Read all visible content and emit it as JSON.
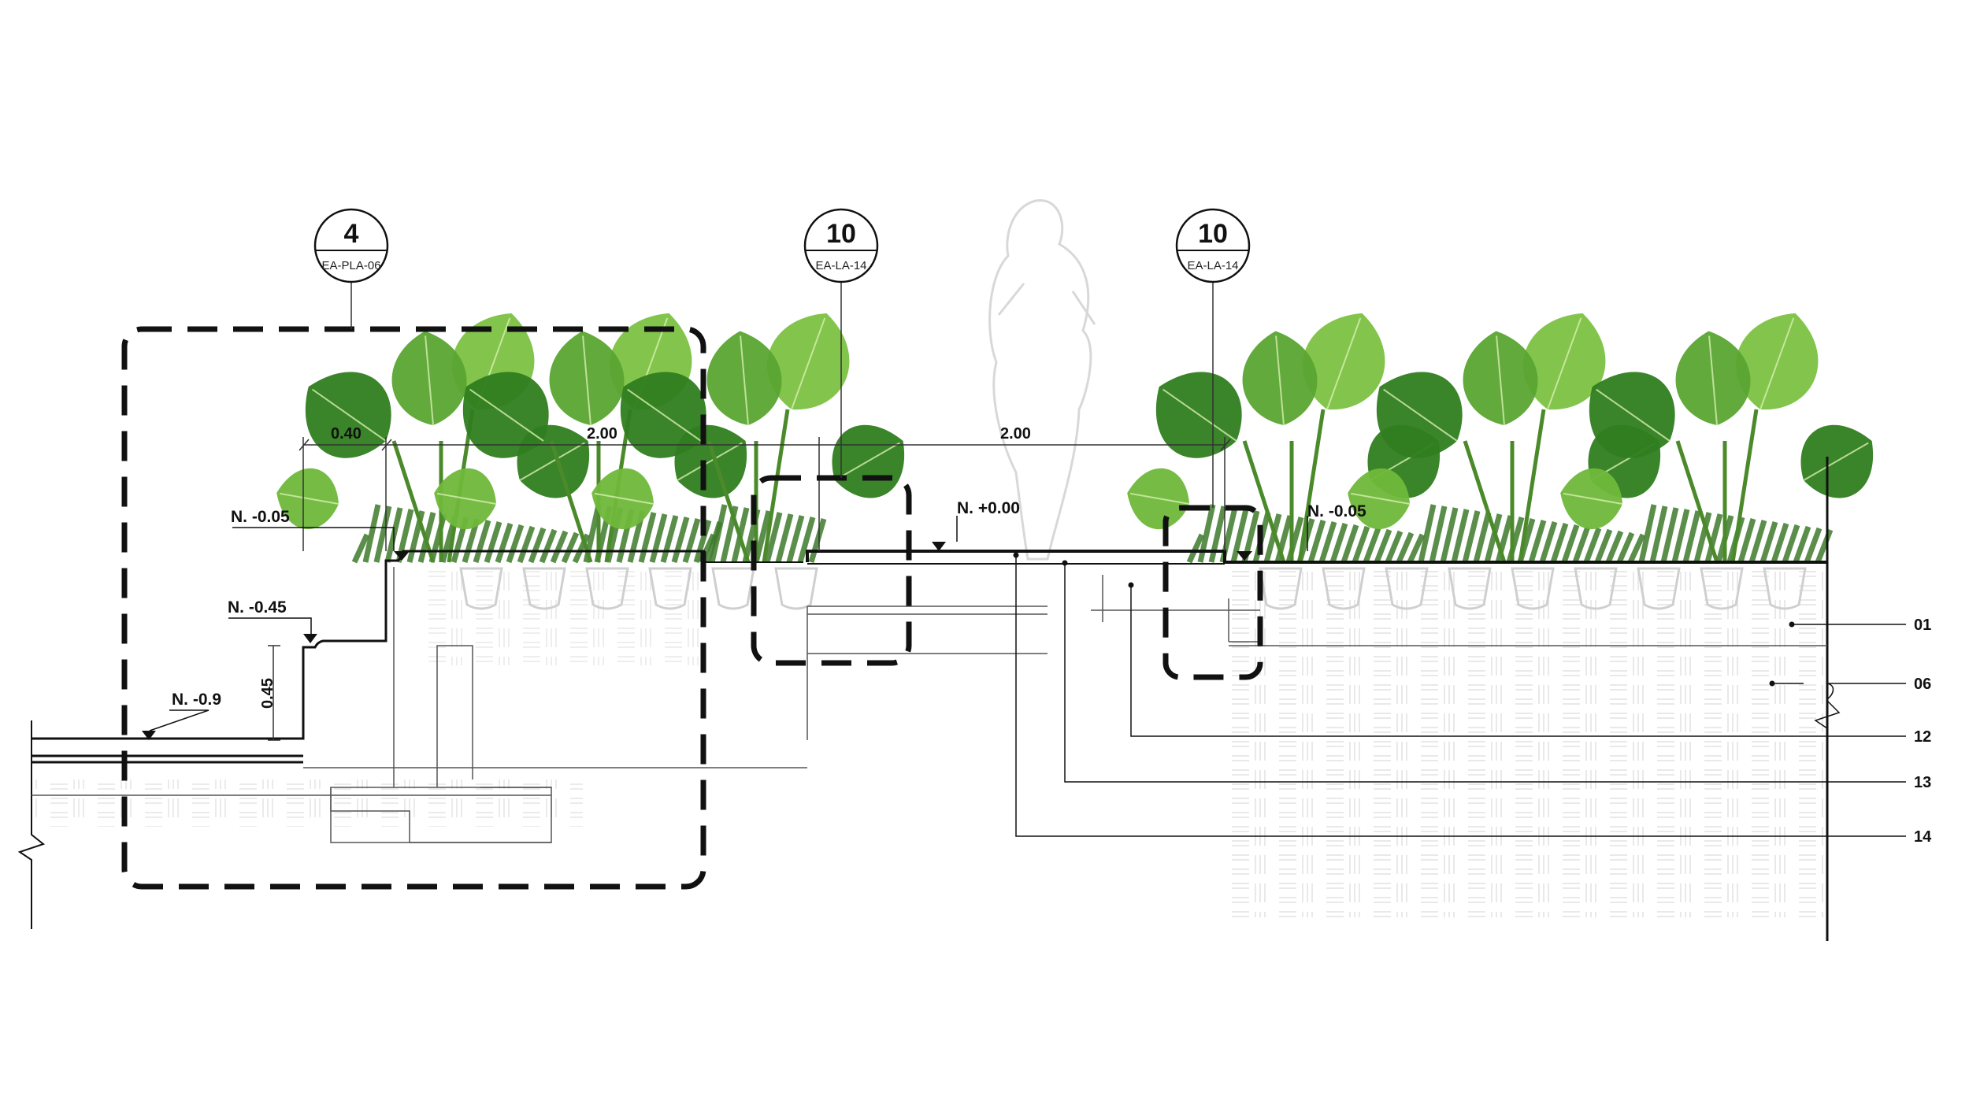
{
  "section_tags": [
    {
      "number": "4",
      "sheet": "EA-PLA-06"
    },
    {
      "number": "10",
      "sheet": "EA-LA-14"
    },
    {
      "number": "10",
      "sheet": "EA-LA-14"
    }
  ],
  "level_labels": [
    "N. -0.05",
    "N. -0.45",
    "N. -0.9",
    "N. +0.00",
    "N. -0.05"
  ],
  "dimensions": {
    "top": [
      "0.40",
      "2.00",
      "2.00"
    ],
    "vertical": "0.45"
  },
  "legend_keys": [
    "01",
    "06",
    "12",
    "13",
    "14"
  ],
  "colors": {
    "line": "#111111",
    "hatch": "#e4e4e4",
    "leaf_dark": "#2f7d1f",
    "leaf_light": "#7cc242",
    "fern": "#3d7a2a",
    "silhouette": "#d9d9d9"
  },
  "icons": {
    "plants": "planting-foliage-icon",
    "person": "human-figure-icon",
    "break": "break-line-icon"
  }
}
